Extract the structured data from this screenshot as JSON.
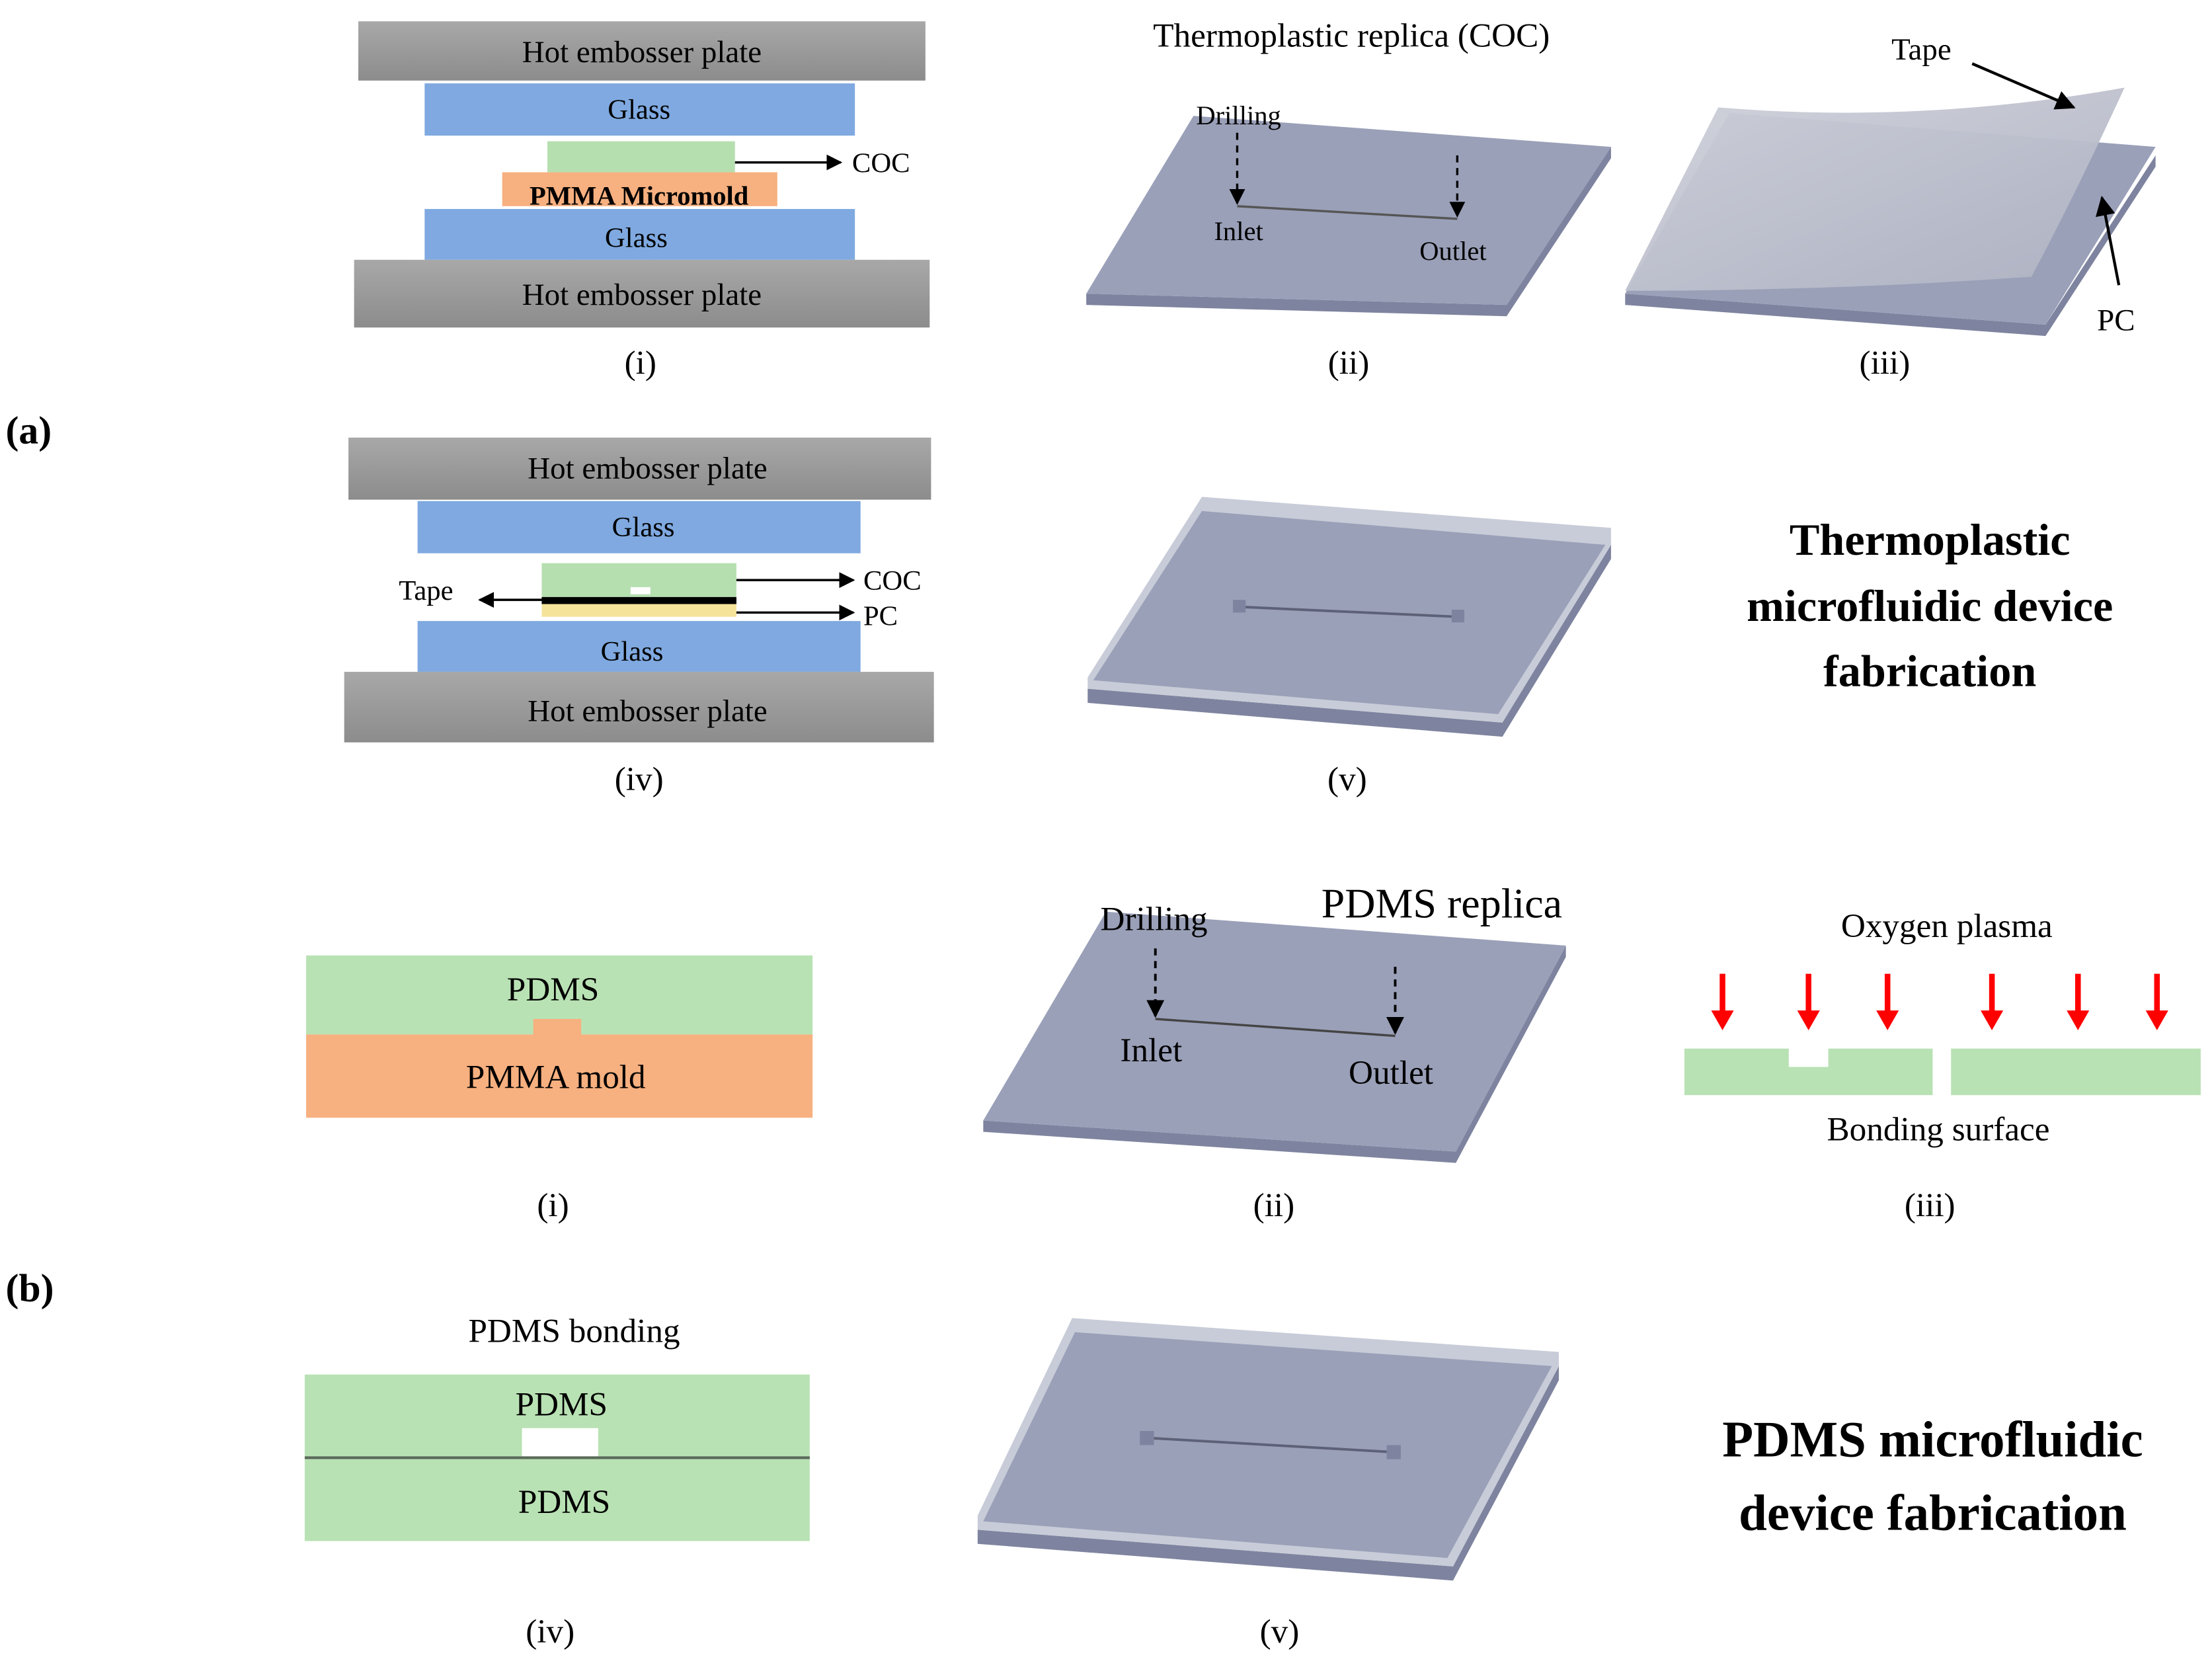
{
  "panels": {
    "a": {
      "label": "(a)",
      "title_line1": "Thermoplastic",
      "title_line2": "microfluidic device",
      "title_line3": "fabrication",
      "step_i": {
        "caption": "(i)",
        "top_plate": "Hot embosser plate",
        "top_glass": "Glass",
        "coc_arrow": "COC",
        "mold_label": "PMMA Micromold",
        "bottom_glass": "Glass",
        "bottom_plate": "Hot embosser plate"
      },
      "step_ii": {
        "caption": "(ii)",
        "title": "Thermoplastic replica (COC)",
        "drilling": "Drilling",
        "inlet": "Inlet",
        "outlet": "Outlet"
      },
      "step_iii": {
        "caption": "(iii)",
        "tape": "Tape",
        "pc": "PC"
      },
      "step_iv": {
        "caption": "(iv)",
        "top_plate": "Hot embosser plate",
        "top_glass": "Glass",
        "coc_arrow": "COC",
        "tape_arrow": "Tape",
        "pc_arrow": "PC",
        "bottom_glass": "Glass",
        "bottom_plate": "Hot embosser plate"
      },
      "step_v": {
        "caption": "(v)"
      }
    },
    "b": {
      "label": "(b)",
      "title_line1": "PDMS microfluidic",
      "title_line2": "device fabrication",
      "step_i": {
        "caption": "(i)",
        "pdms": "PDMS",
        "mold": "PMMA mold"
      },
      "step_ii": {
        "caption": "(ii)",
        "title": "PDMS replica",
        "drilling": "Drilling",
        "inlet": "Inlet",
        "outlet": "Outlet"
      },
      "step_iii": {
        "caption": "(iii)",
        "top": "Oxygen plasma",
        "bottom": "Bonding surface"
      },
      "step_iv": {
        "caption": "(iv)",
        "title": "PDMS bonding",
        "pdms_top": "PDMS",
        "pdms_bottom": "PDMS"
      },
      "step_v": {
        "caption": "(v)"
      }
    }
  },
  "colors": {
    "plate": "#9a9a9a",
    "glass": "#7fa9e0",
    "coc": "#b6dfb0",
    "pmma": "#f7b07f",
    "tape": "#f5e39a",
    "slab_top": "#9aa0b8",
    "slab_side": "#7e849f",
    "plasma_arrow": "#ff0000",
    "pdms": "#b9e2b4"
  }
}
